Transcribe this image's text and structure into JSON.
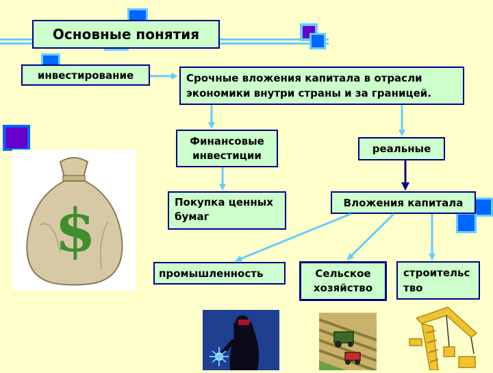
{
  "title": "Основные понятия",
  "term": "инвестирование",
  "definition": "Срочные вложения капитала в отрасли экономики внутри страны и за границей.",
  "types": {
    "financial": "Финансовые инвестиции",
    "real": "реальные"
  },
  "financial_detail": "Покупка ценных бумаг",
  "real_detail": "Вложения капитала",
  "sectors": {
    "industry": "промышленность",
    "agriculture": "Сельское хозяйство",
    "construction": "строительс тво"
  },
  "money_bag_symbol": "$",
  "colors": {
    "background": "#ffffcc",
    "box_fill": "#ccffcc",
    "box_border": "#000080",
    "arrow_light": "#66ccff",
    "arrow_dark": "#000080",
    "deco_blue": "#0066ff",
    "deco_purple": "#6600cc"
  },
  "icons": [
    "money-bag-icon",
    "welder-icon",
    "tractor-field-icon",
    "crane-icon"
  ]
}
